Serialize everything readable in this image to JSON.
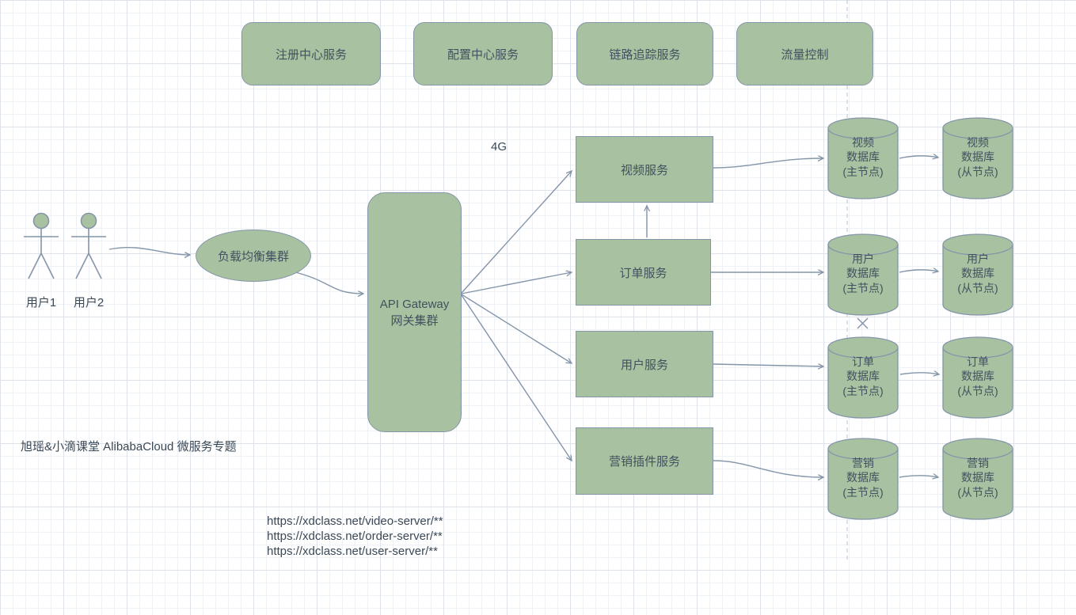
{
  "top_services": [
    {
      "label": "注册中心服务"
    },
    {
      "label": "配置中心服务"
    },
    {
      "label": "链路追踪服务"
    },
    {
      "label": "流量控制"
    }
  ],
  "actors": {
    "user1": "用户1",
    "user2": "用户2"
  },
  "load_balancer": {
    "label": "负载均衡集群"
  },
  "gateway": {
    "label": "API Gateway\n网关集群"
  },
  "annotation_4g": "4G",
  "services": [
    {
      "label": "视频服务"
    },
    {
      "label": "订单服务"
    },
    {
      "label": "用户服务"
    },
    {
      "label": "营销插件服务"
    }
  ],
  "databases": {
    "master": [
      {
        "label": "视频\n数据库\n(主节点)"
      },
      {
        "label": "用户\n数据库\n(主节点)"
      },
      {
        "label": "订单\n数据库\n(主节点)"
      },
      {
        "label": "营销\n数据库\n(主节点)"
      }
    ],
    "slave": [
      {
        "label": "视频\n数据库\n(从节点)"
      },
      {
        "label": "用户\n数据库\n(从节点)"
      },
      {
        "label": "订单\n数据库\n(从节点)"
      },
      {
        "label": "营销\n数据库\n(从节点)"
      }
    ]
  },
  "caption": "旭瑶&小滴课堂 AlibabaCloud 微服务专题",
  "urls": [
    "https://xdclass.net/video-server/**",
    "https://xdclass.net/order-server/**",
    "https://xdclass.net/user-server/**"
  ],
  "colors": {
    "node_fill": "#a8c2a1",
    "node_stroke": "#8495a9",
    "text": "#42505f",
    "connector": "#8495a9"
  }
}
